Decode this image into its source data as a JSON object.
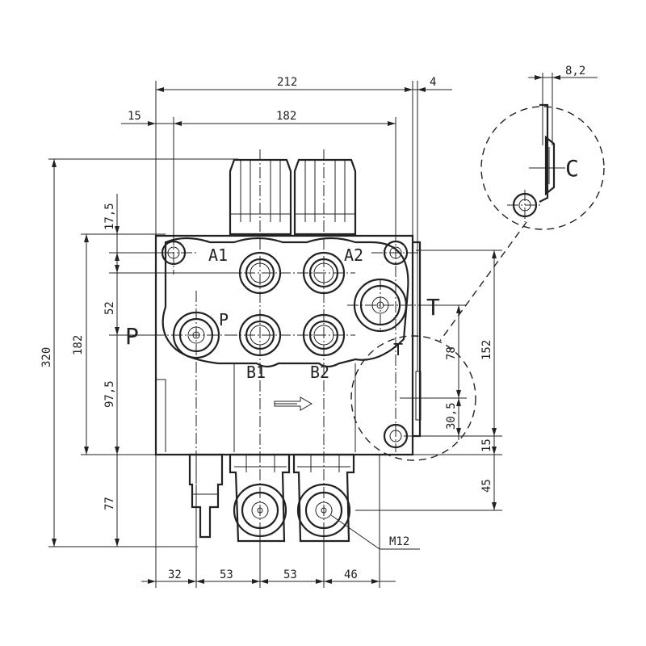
{
  "dimensions": {
    "top_width": "212",
    "top_offset": "4",
    "inner_width": "182",
    "left_offset": "15",
    "detail_thickness": "8,2",
    "left_height": "320",
    "left_inner": "182",
    "left_a": "17,5",
    "left_b": "52",
    "left_c": "97,5",
    "left_d": "77",
    "right_total": "152",
    "right_t": "78",
    "right_30": "30,5",
    "right_15": "15",
    "right_45": "45",
    "bottom_1": "32",
    "bottom_2": "53",
    "bottom_3": "53",
    "bottom_4": "46",
    "thread": "M12"
  },
  "ports": {
    "a1": "A1",
    "a2": "A2",
    "b1": "B1",
    "b2": "B2",
    "p_inner": "P",
    "p_outer": "P",
    "t_outer": "T",
    "t_inner": "T"
  },
  "detail": {
    "label": "C"
  }
}
